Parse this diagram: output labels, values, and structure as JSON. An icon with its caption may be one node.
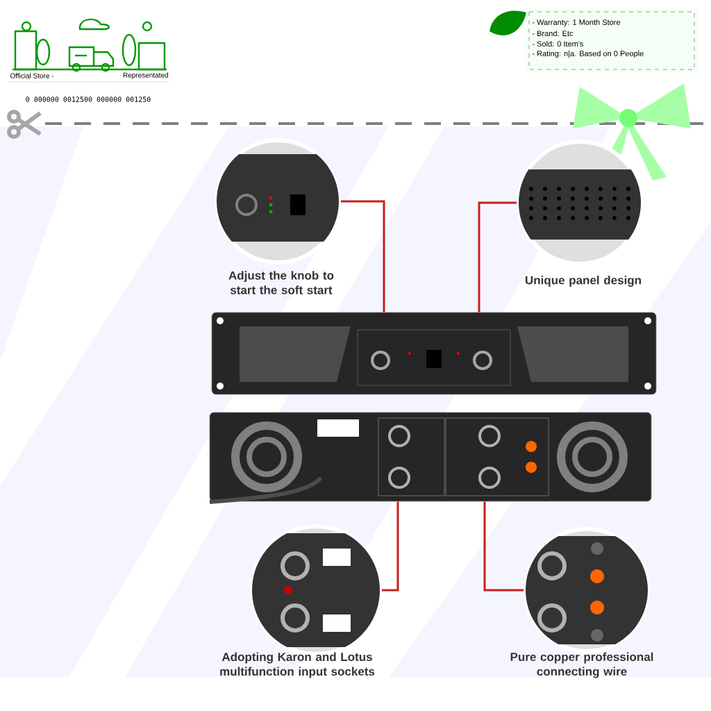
{
  "diagram": {
    "nodes": [
      {
        "text": [
          "Adjust the knob to start the soft start"
        ]
      },
      {
        "text": [
          "Unique panel design"
        ]
      },
      {
        "text": [],
        "shape": "picture"
      },
      {
        "text": [],
        "shape": "picture"
      },
      {
        "text": [
          "Adopting Karon and Lotus multifunction input sockets"
        ]
      },
      {
        "text": [
          "Pure copper professional connecting wire"
        ]
      }
    ],
    "edges": [
      {
        "from": 0,
        "to": 2,
        "arrow": "none"
      },
      {
        "from": 1,
        "to": 2,
        "arrow": "none"
      },
      {
        "from": 4,
        "to": 3,
        "arrow": "none"
      },
      {
        "from": 5,
        "to": 3,
        "arrow": "none"
      }
    ],
    "labels": [
      "Official Store -",
      "Representated",
      "0 000000 0012500 000000 001250",
      "- Warranty: 1 Month Store",
      "- Brand: Etc",
      "- Sold: 0 Item's",
      "- Rating: n|a. Based on 0 People"
    ]
  }
}
